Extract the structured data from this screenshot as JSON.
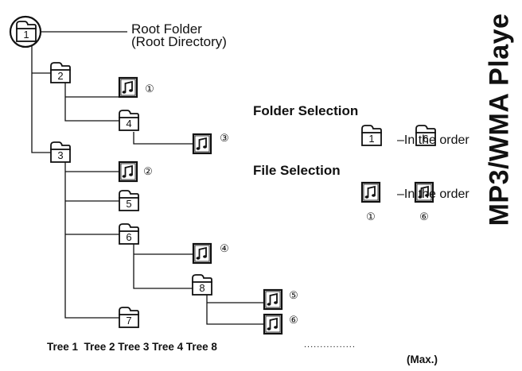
{
  "side_title": "MP3/WMA Playe",
  "root": {
    "label_line1": "Root Folder",
    "label_line2": "(Root Directory)"
  },
  "folders": {
    "f1": "1",
    "f2": "2",
    "f3": "3",
    "f4": "4",
    "f5": "5",
    "f6": "6",
    "f7": "7",
    "f8": "8"
  },
  "files": {
    "m1": "①",
    "m2": "②",
    "m3": "③",
    "m4": "④",
    "m5": "⑤",
    "m6": "⑥"
  },
  "legend": {
    "folder_heading": "Folder Selection",
    "folder_text": "–In the order",
    "folder_a": "1",
    "folder_b": "6",
    "file_heading": "File Selection",
    "file_text": "–In the order",
    "file_a": "①",
    "file_b": "⑥"
  },
  "tree_labels": "Tree 1  Tree 2 Tree 3 Tree 4 Tree 8",
  "max_dots": "................",
  "max_label": "(Max.)"
}
